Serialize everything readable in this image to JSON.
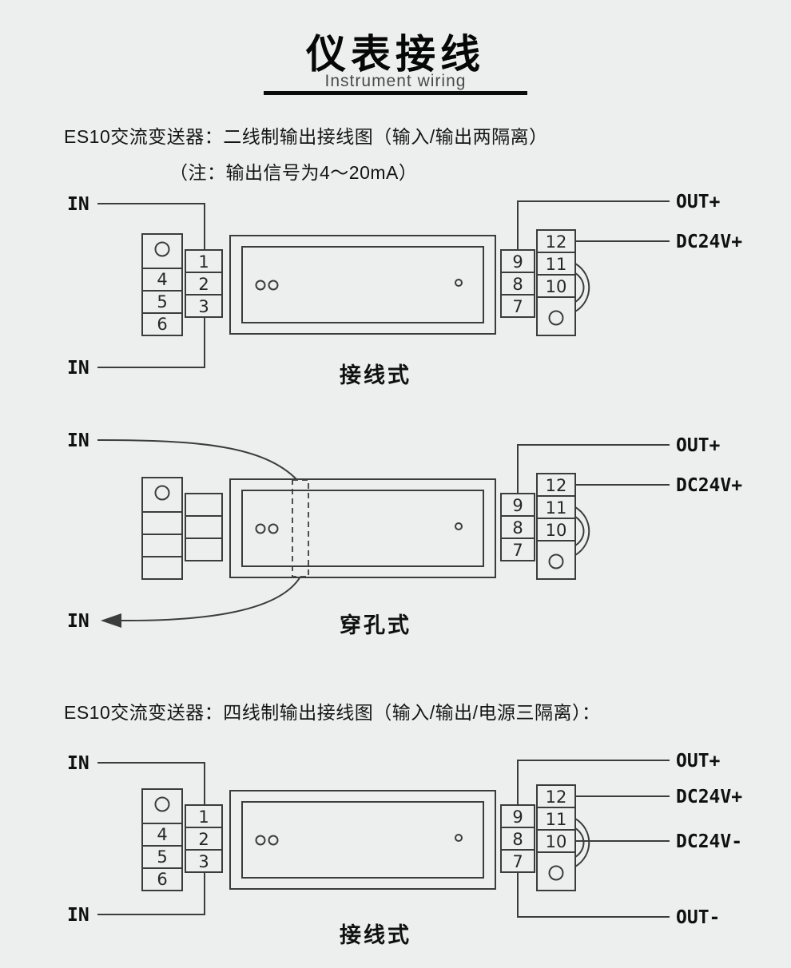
{
  "page": {
    "title": "仪表接线",
    "subtitle": "Instrument wiring"
  },
  "section_two_wire": {
    "heading": "ES10交流变送器：二线制输出接线图（输入/输出两隔离）",
    "note": "（注：输出信号为4～20mA）"
  },
  "section_four_wire": {
    "heading": "ES10交流变送器：四线制输出接线图（输入/输出/电源三隔离）："
  },
  "diagram1": {
    "caption": "接线式",
    "label_in_top": "IN",
    "label_in_bottom": "IN",
    "label_out_plus": "OUT+",
    "label_dc24v_plus": "DC24V+",
    "terminals_left_outer": [
      "4",
      "5",
      "6"
    ],
    "terminals_left_inner": [
      "1",
      "2",
      "3"
    ],
    "terminals_right_inner": [
      "9",
      "8",
      "7"
    ],
    "terminals_right_outer": [
      "12",
      "11",
      "10"
    ]
  },
  "diagram2": {
    "caption": "穿孔式",
    "label_in_top": "IN",
    "label_in_bottom": "IN",
    "label_out_plus": "OUT+",
    "label_dc24v_plus": "DC24V+",
    "terminals_right_inner": [
      "9",
      "8",
      "7"
    ],
    "terminals_right_outer": [
      "12",
      "11",
      "10"
    ]
  },
  "diagram3": {
    "caption": "接线式",
    "label_in_top": "IN",
    "label_in_bottom": "IN",
    "label_out_plus": "OUT+",
    "label_dc24v_plus": "DC24V+",
    "label_dc24v_minus": "DC24V-",
    "label_out_minus": "OUT-",
    "terminals_left_outer": [
      "4",
      "5",
      "6"
    ],
    "terminals_left_inner": [
      "1",
      "2",
      "3"
    ],
    "terminals_right_inner": [
      "9",
      "8",
      "7"
    ],
    "terminals_right_outer": [
      "12",
      "11",
      "10"
    ]
  }
}
